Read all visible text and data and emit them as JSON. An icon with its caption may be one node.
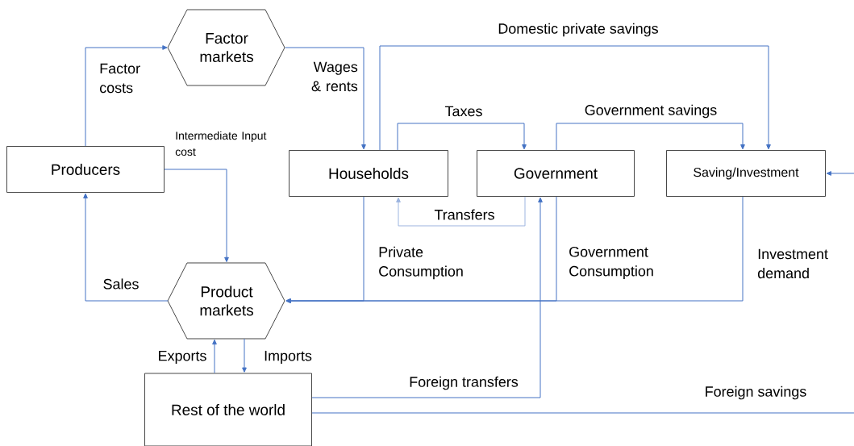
{
  "diagram": {
    "nodes": [
      {
        "text": [
          "Factor markets"
        ]
      },
      {
        "text": [
          "Producers"
        ]
      },
      {
        "text": [
          "Households"
        ]
      },
      {
        "text": [
          "Government"
        ]
      },
      {
        "text": [
          "Saving/Investment"
        ]
      },
      {
        "text": [
          "Product markets"
        ]
      },
      {
        "text": [
          "Rest of the world"
        ]
      }
    ],
    "edges": [
      {
        "from": 1,
        "to": 0,
        "arrow": "to",
        "label": "Factor costs"
      },
      {
        "from": 0,
        "to": 2,
        "arrow": "to",
        "label": "Wages & rents"
      },
      {
        "from": 1,
        "to": 5,
        "arrow": "to",
        "label": "Intermediate Input cost"
      },
      {
        "from": 5,
        "to": 1,
        "arrow": "to",
        "label": "Sales"
      },
      {
        "from": 2,
        "to": 4,
        "arrow": "to",
        "label": "Domestic private savings"
      },
      {
        "from": 2,
        "to": 3,
        "arrow": "to",
        "label": "Taxes"
      },
      {
        "from": 3,
        "to": 4,
        "arrow": "to",
        "label": "Government savings"
      },
      {
        "from": 3,
        "to": 2,
        "arrow": "to",
        "label": "Transfers",
        "color": "#9db5e0"
      },
      {
        "from": 2,
        "to": 5,
        "arrow": "to",
        "label": "Private Consumption"
      },
      {
        "from": 3,
        "to": 5,
        "arrow": "to",
        "label": "Government Consumption"
      },
      {
        "from": 4,
        "to": 5,
        "arrow": "to",
        "label": "Investment demand"
      },
      {
        "from": 6,
        "to": 5,
        "arrow": "to",
        "label": "Exports"
      },
      {
        "from": 5,
        "to": 6,
        "arrow": "to",
        "label": "Imports"
      },
      {
        "from": 6,
        "to": 3,
        "arrow": "to",
        "label": "Foreign transfers"
      },
      {
        "from": 6,
        "to": null,
        "arrow": "none",
        "label": "Foreign savings"
      },
      {
        "from": null,
        "to": 4,
        "arrow": "to"
      }
    ]
  }
}
